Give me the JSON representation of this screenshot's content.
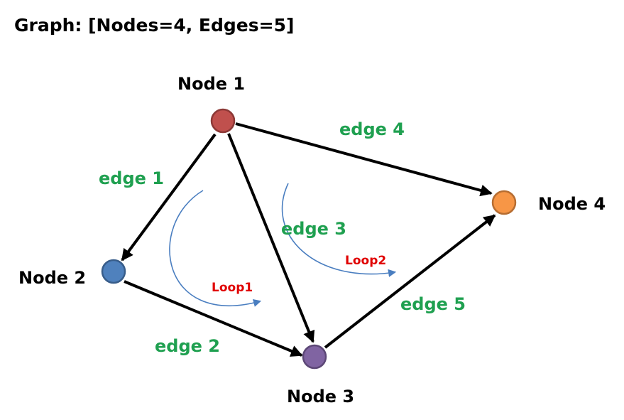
{
  "title": "Graph: [Nodes=4, Edges=5]",
  "colors": {
    "edge_label": "#1FA050",
    "loop_label": "#E00000",
    "loop_arc": "#4A7EC0",
    "edge_line": "#000000"
  },
  "nodes": [
    {
      "id": "node1",
      "label": "Node 1",
      "fill": "#C0504D",
      "stroke": "#8C3836"
    },
    {
      "id": "node2",
      "label": "Node 2",
      "fill": "#4F81BD",
      "stroke": "#385D8A"
    },
    {
      "id": "node3",
      "label": "Node 3",
      "fill": "#8064A2",
      "stroke": "#5C4776"
    },
    {
      "id": "node4",
      "label": "Node 4",
      "fill": "#F79646",
      "stroke": "#B66D31"
    }
  ],
  "edges": [
    {
      "id": "edge1",
      "label": "edge 1",
      "from": "node1",
      "to": "node2"
    },
    {
      "id": "edge2",
      "label": "edge 2",
      "from": "node2",
      "to": "node3"
    },
    {
      "id": "edge3",
      "label": "edge 3",
      "from": "node1",
      "to": "node3"
    },
    {
      "id": "edge4",
      "label": "edge 4",
      "from": "node1",
      "to": "node4"
    },
    {
      "id": "edge5",
      "label": "edge 5",
      "from": "node3",
      "to": "node4"
    }
  ],
  "loops": [
    {
      "id": "loop1",
      "label": "Loop1"
    },
    {
      "id": "loop2",
      "label": "Loop2"
    }
  ]
}
